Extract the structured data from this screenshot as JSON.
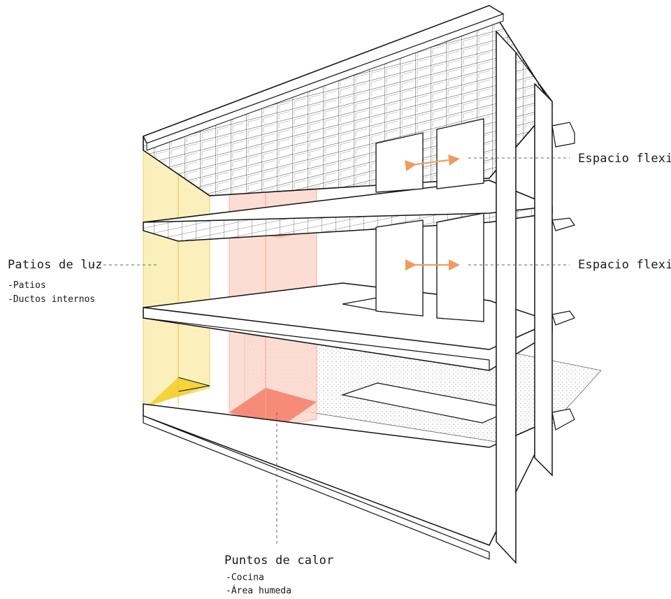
{
  "annotations": {
    "patios": {
      "title": "Patios de luz",
      "items": [
        "-Patios",
        "-Ductos internos"
      ]
    },
    "flex_top": {
      "title": "Espacio flexible"
    },
    "flex_mid": {
      "title": "Espacio flexible"
    },
    "calor": {
      "title": "Puntos de calor",
      "items": [
        "-Cocina",
        "-Área humeda"
      ]
    }
  },
  "colors": {
    "light_patio": "#f5d33a",
    "light_patio_fill": "#fbeeb0",
    "heat": "#f58b78",
    "heat_fill": "#fcd8cc",
    "arrow": "#f29a5c",
    "line": "#111111"
  }
}
